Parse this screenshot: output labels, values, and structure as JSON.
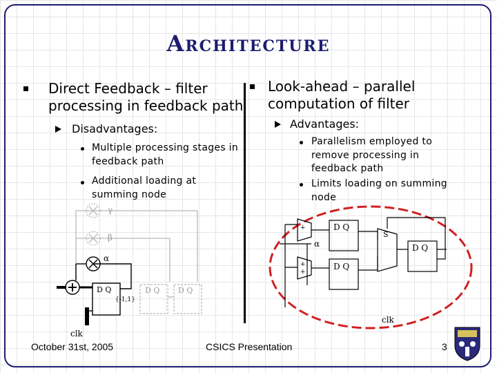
{
  "title": "Architecture",
  "left": {
    "heading": [
      "Direct Feedback – filter",
      "processing in feedback path"
    ],
    "sub": "Disadvantages:",
    "items": [
      [
        "Multiple processing stages in",
        "feedback path"
      ],
      [
        "Additional loading at",
        "summing node"
      ]
    ]
  },
  "right": {
    "heading": [
      "Look-ahead – parallel",
      "computation of filter"
    ],
    "sub": "Advantages:",
    "items": [
      [
        "Parallelism employed to",
        "remove processing in",
        "feedback path"
      ],
      [
        "Limits loading on summing",
        "node"
      ]
    ]
  },
  "diagram_left": {
    "gamma": "γ",
    "beta": "β",
    "alpha": "α",
    "dq": "D  Q",
    "range": "{-1,1}",
    "clk": "clk"
  },
  "diagram_right": {
    "dq": "D  Q",
    "s": "S",
    "alpha": "α",
    "clk": "clk",
    "plus": "+"
  },
  "colors": {
    "title": "#1c1c6e",
    "ellipse": "#d11f1f",
    "frame": "#1c1c6e"
  },
  "footer": {
    "date": "October 31st, 2005",
    "center": "CSICS Presentation",
    "page": "3"
  },
  "logo": "crest-icon"
}
